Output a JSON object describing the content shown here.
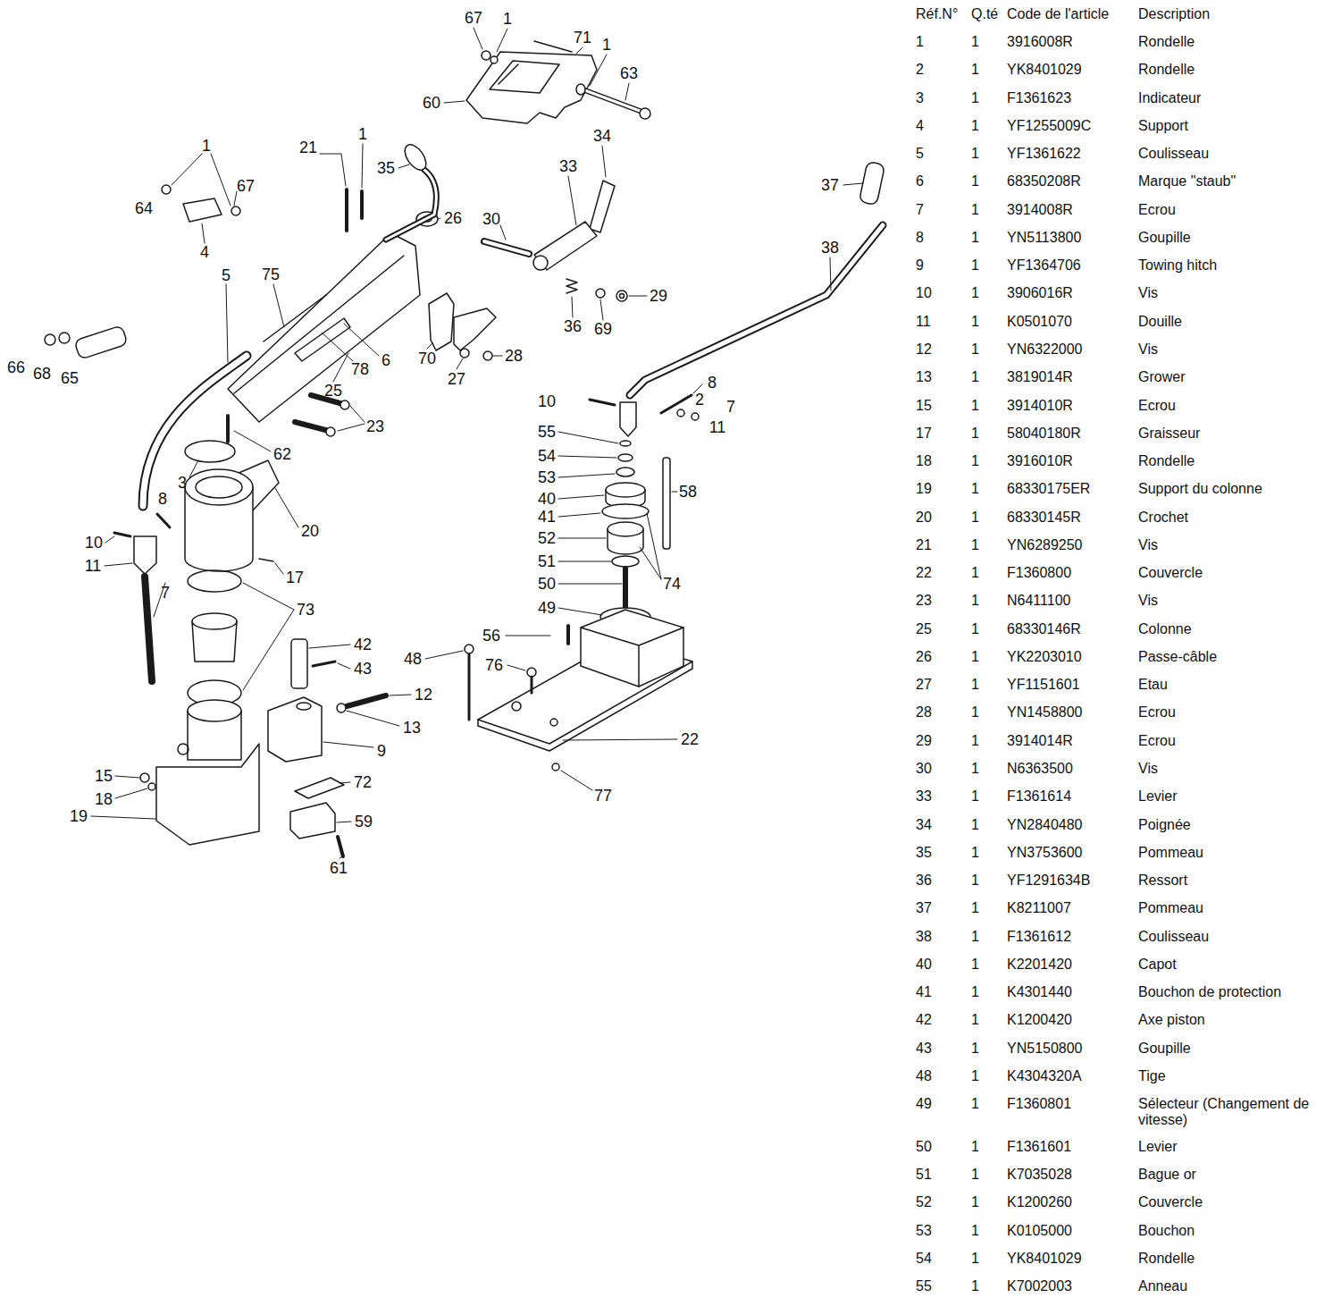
{
  "diagram": {
    "labels": [
      "67",
      "1",
      "71",
      "1",
      "63",
      "60",
      "34",
      "33",
      "35",
      "21",
      "1",
      "1",
      "67",
      "64",
      "4",
      "30",
      "26",
      "29",
      "36",
      "69",
      "5",
      "75",
      "70",
      "28",
      "27",
      "66",
      "68",
      "65",
      "78",
      "6",
      "25",
      "23",
      "37",
      "38",
      "10",
      "8",
      "2",
      "7",
      "11",
      "55",
      "54",
      "53",
      "40",
      "41",
      "58",
      "52",
      "51",
      "50",
      "74",
      "49",
      "56",
      "48",
      "76",
      "22",
      "77",
      "62",
      "3",
      "8",
      "20",
      "10",
      "11",
      "17",
      "7",
      "73",
      "42",
      "43",
      "12",
      "13",
      "9",
      "15",
      "72",
      "18",
      "19",
      "59",
      "61",
      "Réf.N°",
      "Q.té",
      "Code de l'article",
      "Description",
      "1",
      "1",
      "3916008R",
      "Rondelle",
      "2",
      "1",
      "YK8401029",
      "Rondelle",
      "3",
      "1",
      "F1361623",
      "Indicateur",
      "4",
      "1",
      "YF1255009C",
      "Support",
      "5",
      "1",
      "YF1361622",
      "Coulisseau",
      "6",
      "1",
      "68350208R",
      "Marque \"staub\"",
      "7",
      "1",
      "3914008R",
      "Ecrou",
      "8",
      "1",
      "YN5113800",
      "Goupille",
      "9",
      "1",
      "YF1364706",
      "Towing hitch",
      "10",
      "1",
      "3906016R",
      "Vis",
      "11",
      "1",
      "K0501070",
      "Douille",
      "12",
      "1",
      "YN6322000",
      "Vis",
      "13",
      "1",
      "3819014R",
      "Grower",
      "15",
      "1",
      "3914010R",
      "Ecrou",
      "17",
      "1",
      "58040180R",
      "Graisseur",
      "18",
      "1",
      "3916010R",
      "Rondelle",
      "19",
      "1",
      "68330175ER",
      "Support du colonne",
      "20",
      "1",
      "68330145R",
      "Crochet",
      "21",
      "1",
      "YN6289250",
      "Vis",
      "22",
      "1",
      "F1360800",
      "Couvercle",
      "23",
      "1",
      "N6411100",
      "Vis",
      "25",
      "1",
      "68330146R",
      "Colonne",
      "26",
      "1",
      "YK2203010",
      "Passe-câble",
      "27",
      "1",
      "YF1151601",
      "Etau",
      "28",
      "1",
      "YN1458800",
      "Ecrou",
      "29",
      "1",
      "3914014R",
      "Ecrou",
      "30",
      "1",
      "N6363500",
      "Vis",
      "33",
      "1",
      "F1361614",
      "Levier",
      "34",
      "1",
      "YN2840480",
      "Poignée",
      "35",
      "1",
      "YN3753600",
      "Pommeau",
      "36",
      "1",
      "YF1291634B",
      "Ressort",
      "37",
      "1",
      "K8211007",
      "Pommeau",
      "38",
      "1",
      "F1361612",
      "Coulisseau",
      "40",
      "1",
      "K2201420",
      "Capot",
      "41",
      "1",
      "K4301440",
      "Bouchon de protection",
      "42",
      "1",
      "K1200420",
      "Axe piston",
      "43",
      "1",
      "YN5150800",
      "Goupille",
      "48",
      "1",
      "K4304320A",
      "Tige",
      "49",
      "1",
      "F1360801",
      "Sélecteur (Changement de vitesse)",
      "50",
      "1",
      "F1361601",
      "Levier",
      "51",
      "1",
      "K7035028",
      "Bague or",
      "52",
      "1",
      "K1200260",
      "Couvercle",
      "53",
      "1",
      "K0105000",
      "Bouchon",
      "54",
      "1",
      "YK8401029",
      "Rondelle",
      "55",
      "1",
      "K7002003",
      "Anneau"
    ]
  }
}
